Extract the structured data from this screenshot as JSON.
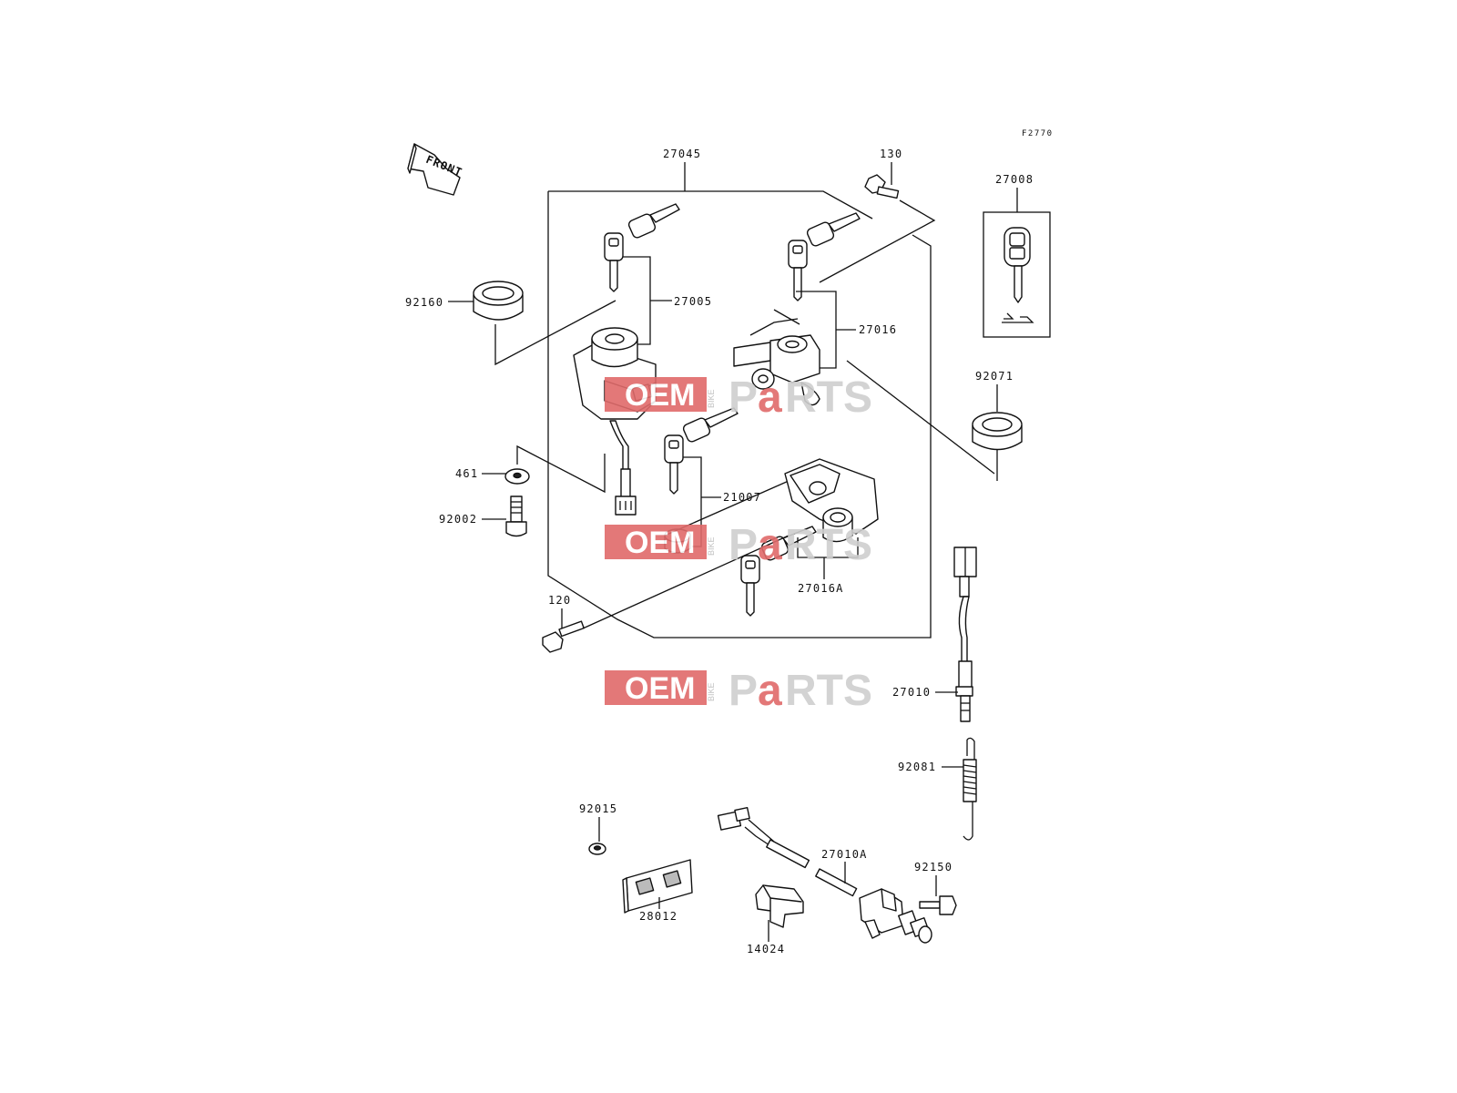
{
  "figure_code": "F2770",
  "front_label": "FRONT",
  "watermark": {
    "oem": "OEM",
    "bike": "BIKE",
    "parts_p": "P",
    "parts_a": "a",
    "parts_rts": "RTS"
  },
  "parts": {
    "p27045": "27045",
    "p130": "130",
    "p27008": "27008",
    "p92160": "92160",
    "p27005": "27005",
    "p27016": "27016",
    "p92071": "92071",
    "p461": "461",
    "p92002": "92002",
    "p21007": "21007",
    "p27016A": "27016A",
    "p120": "120",
    "p27010": "27010",
    "p92081": "92081",
    "p92015": "92015",
    "p27010A": "27010A",
    "p92150": "92150",
    "p28012": "28012",
    "p14024": "14024"
  }
}
